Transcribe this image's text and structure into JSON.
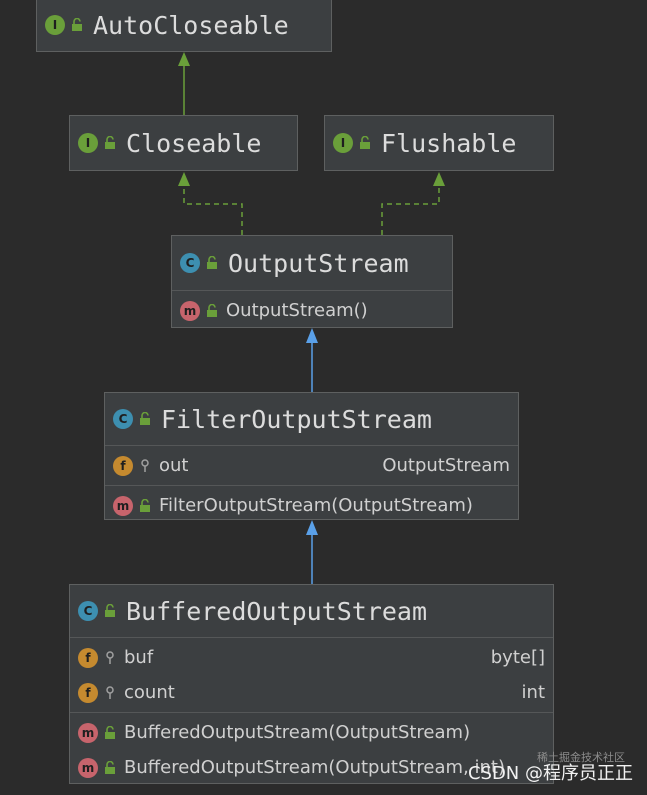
{
  "nodes": {
    "autocloseable": {
      "name": "AutoCloseable",
      "badge": "I"
    },
    "closeable": {
      "name": "Closeable",
      "badge": "I"
    },
    "flushable": {
      "name": "Flushable",
      "badge": "I"
    },
    "outputstream": {
      "name": "OutputStream",
      "badge": "C",
      "methods": [
        {
          "badge": "m",
          "label": "OutputStream()"
        }
      ]
    },
    "filteroutputstream": {
      "name": "FilterOutputStream",
      "badge": "C",
      "fields": [
        {
          "badge": "f",
          "label": "out",
          "type": "OutputStream"
        }
      ],
      "methods": [
        {
          "badge": "m",
          "label": "FilterOutputStream(OutputStream)"
        }
      ]
    },
    "bufferedoutputstream": {
      "name": "BufferedOutputStream",
      "badge": "C",
      "fields": [
        {
          "badge": "f",
          "label": "buf",
          "type": "byte[]"
        },
        {
          "badge": "f",
          "label": "count",
          "type": "int"
        }
      ],
      "methods": [
        {
          "badge": "m",
          "label": "BufferedOutputStream(OutputStream)"
        },
        {
          "badge": "m",
          "label": "BufferedOutputStream(OutputStream, int)"
        }
      ]
    }
  },
  "colors": {
    "interface_edge": "#6a9f3a",
    "extends_edge": "#5aa0e8",
    "background": "#2b2b2b"
  },
  "watermark": {
    "main": "CSDN @程序员正正",
    "sub": "稀土掘金技术社区"
  }
}
